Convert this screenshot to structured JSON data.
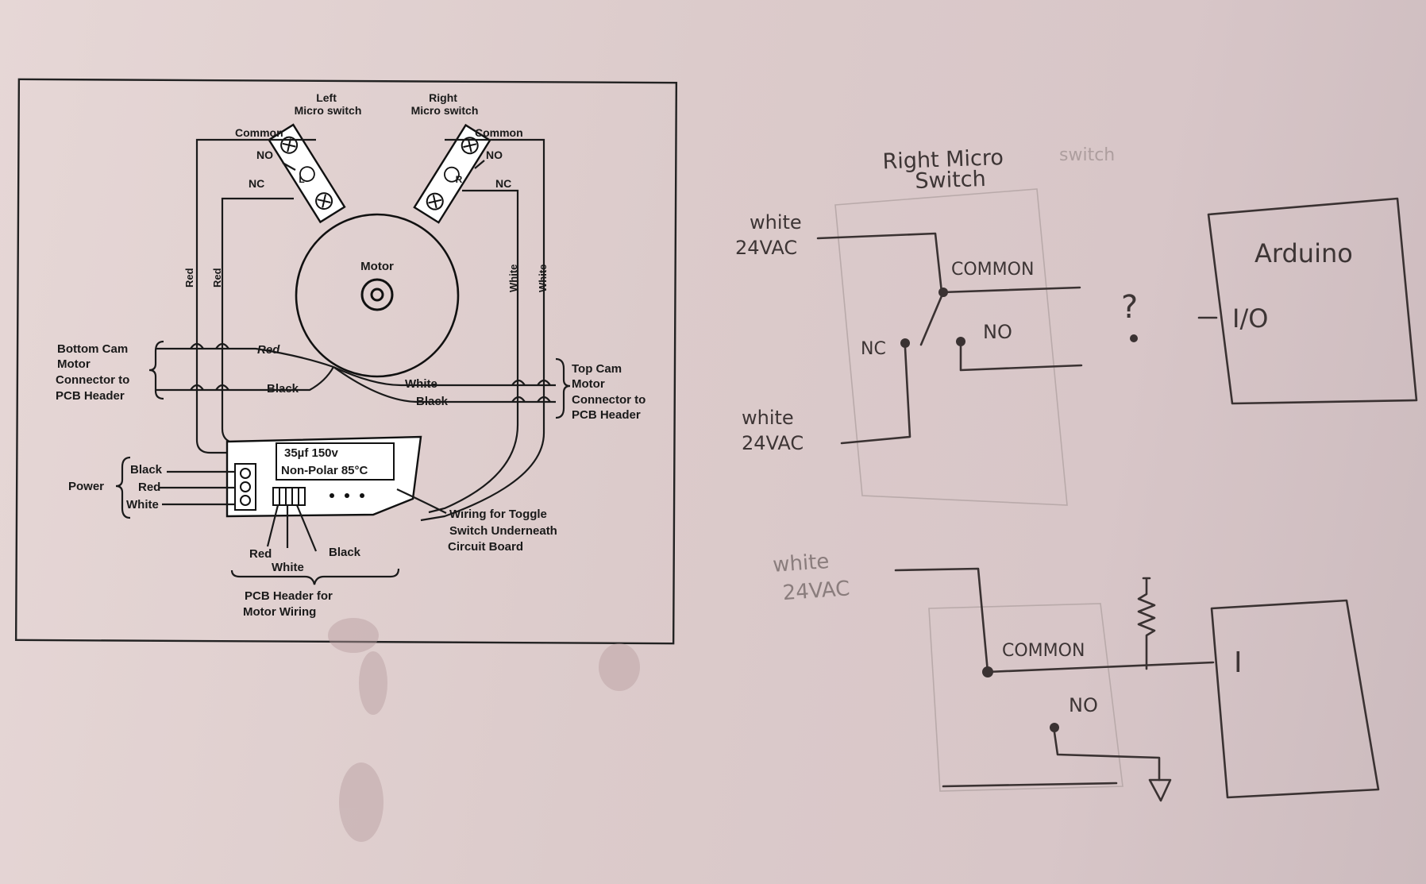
{
  "printed": {
    "left_switch": [
      "Left",
      "Micro switch"
    ],
    "right_switch": [
      "Right",
      "Micro switch"
    ],
    "common_left": "Common",
    "no_left": "NO",
    "nc_left": "NC",
    "common_right": "Common",
    "no_right": "NO",
    "nc_right": "NC",
    "motor": "Motor",
    "wire_red_1": "Red",
    "wire_red_2": "Red",
    "wire_white_1": "White",
    "wire_white_2": "White",
    "bottom_cam": [
      "Bottom Cam",
      "Motor",
      "Connector to",
      "PCB Header"
    ],
    "top_cam": [
      "Top Cam",
      "Motor",
      "Connector to",
      "PCB Header"
    ],
    "bottom_red": "Red",
    "bottom_black": "Black",
    "top_white": "White",
    "top_black": "Black",
    "capacitor": [
      "35µf 150v",
      "Non-Polar 85°C"
    ],
    "power": "Power",
    "power_black": "Black",
    "power_red": "Red",
    "power_white": "White",
    "header_red": "Red",
    "header_white": "White",
    "header_black": "Black",
    "pcb_header": [
      "PCB Header for",
      "Motor Wiring"
    ],
    "toggle_wiring": [
      "Wiring for Toggle",
      "Switch Underneath",
      "Circuit Board"
    ],
    "switch_L": "L",
    "switch_R": "R"
  },
  "sketch1": {
    "title": [
      "Right Micro",
      "Switch"
    ],
    "faint": "switch",
    "white_top": [
      "white",
      "24VAC"
    ],
    "common": "COMMON",
    "nc": "NC",
    "no": "NO",
    "white_bottom": [
      "white",
      "24VAC"
    ],
    "question": "?",
    "arduino": "Arduino",
    "io": "I/O"
  },
  "sketch2": {
    "white": [
      "white",
      "24VAC"
    ],
    "common": "COMMON",
    "no": "NO",
    "input": "I"
  }
}
